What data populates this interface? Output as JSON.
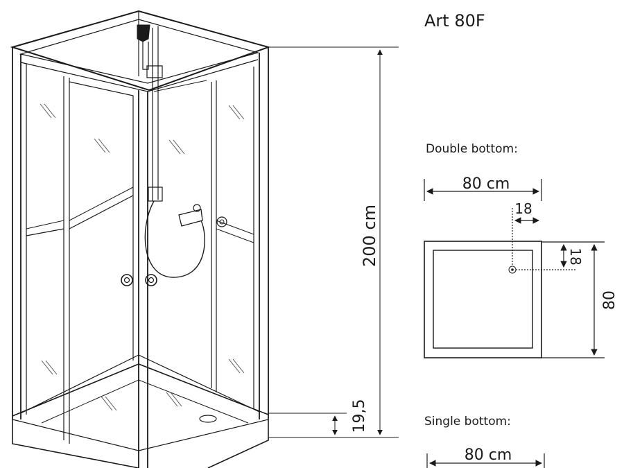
{
  "title": "Art 80F",
  "dimensions": {
    "height_total": "200 cm",
    "base_height": "19,5"
  },
  "double_bottom": {
    "heading": "Double bottom:",
    "width": "80 cm",
    "depth": "80",
    "drain_offset_x": "18",
    "drain_offset_y": "18"
  },
  "single_bottom": {
    "heading": "Single bottom:",
    "width": "80 cm"
  },
  "colors": {
    "line": "#1a1a1a",
    "glass_hatch": "#555555",
    "background": "#ffffff"
  }
}
